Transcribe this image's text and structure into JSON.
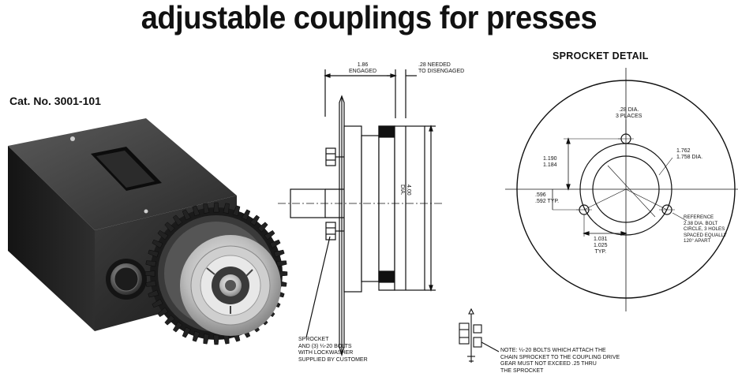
{
  "title": "adjustable couplings for presses",
  "catalog_number": "Cat. No. 3001-101",
  "side_view": {
    "engaged_dimension": "1.86",
    "engaged_label": "ENGAGED",
    "disengage_dimension": ".28 NEEDED",
    "disengage_label": "TO DISENGAGED",
    "diameter_value": "4.00",
    "diameter_label": "DIA.",
    "callout_lines": [
      "SPROCKET",
      "AND (3) ¼-20 BOLTS",
      "WITH LOCKWASHER",
      "SUPPLIED BY CUSTOMER"
    ]
  },
  "sprocket_detail": {
    "title": "SPROCKET DETAIL",
    "hole_dia": ".28 DIA.",
    "hole_count": "3 PLACES",
    "vertical_dim_1": "1.190",
    "vertical_dim_2": "1.184",
    "bore_dim_1": "1.762",
    "bore_dim_2": "1.758",
    "bore_label": "DIA.",
    "offset_dim_1": ".596",
    "offset_dim_2": ".592",
    "offset_label": "TYP.",
    "horizontal_dim_1": "1.031",
    "horizontal_dim_2": "1.025",
    "horizontal_label": "TYP.",
    "reference_lines": [
      "REFERENCE",
      "2.38 DIA. BOLT",
      "CIRCLE, 3 HOLES",
      "SPACED EQUALLY",
      "120° APART"
    ]
  },
  "bottom_note_lines": [
    "NOTE: ¼-20 BOLTS WHICH ATTACH THE",
    "CHAIN SPROCKET TO THE COUPLING DRIVE",
    "GEAR MUST NOT EXCEED .25 THRU",
    "THE SPROCKET"
  ]
}
